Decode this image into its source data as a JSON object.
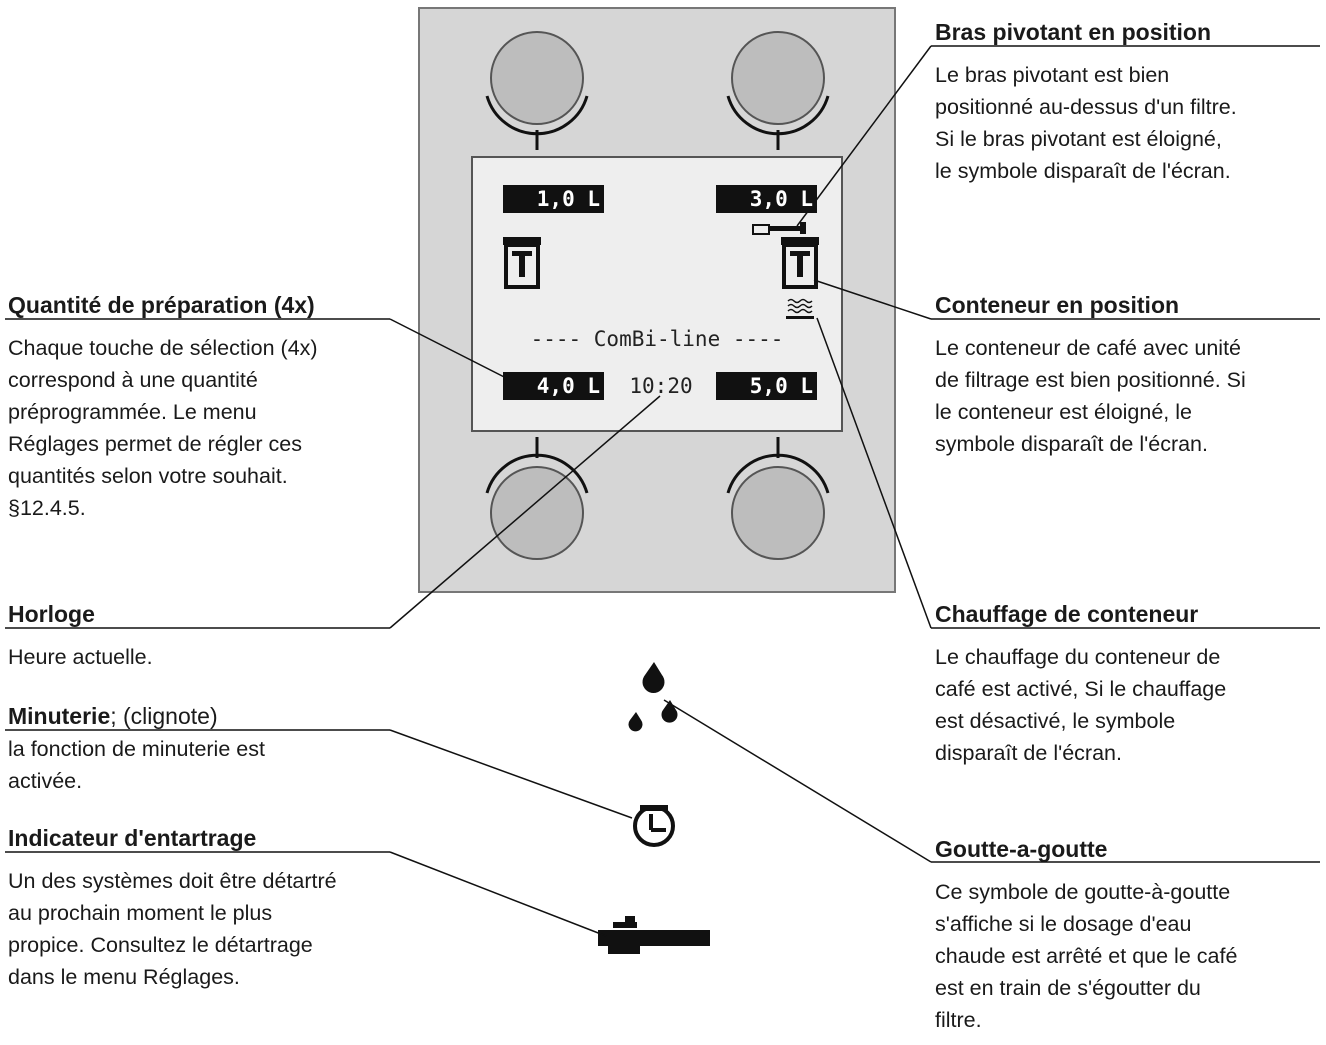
{
  "display": {
    "qty_top_left": "1,0 L",
    "qty_top_right": "3,0 L",
    "qty_bottom_left": "4,0 L",
    "qty_bottom_right": "5,0 L",
    "brand": "---- ComBi-line ----",
    "clock": "10:20"
  },
  "annotations": {
    "bras": {
      "title": "Bras pivotant en position",
      "lines": [
        "Le bras pivotant est bien",
        "positionné au-dessus d'un filtre.",
        "Si le bras pivotant est éloigné,",
        "le symbole disparaît de l'écran."
      ]
    },
    "quantite": {
      "title": "Quantité de préparation  (4x)",
      "lines": [
        "Chaque touche de sélection (4x)",
        "correspond à une quantité",
        "préprogrammée. Le menu",
        "Réglages permet de régler ces",
        "quantités selon votre souhait.",
        "§12.4.5."
      ]
    },
    "conteneur": {
      "title": "Conteneur en position",
      "lines": [
        "Le conteneur de café avec unité",
        "de filtrage est bien positionné. Si",
        "le conteneur est éloigné, le",
        "symbole disparaît de l'écran."
      ]
    },
    "horloge": {
      "title": "Horloge",
      "lines": [
        "Heure actuelle."
      ]
    },
    "chauffage": {
      "title": "Chauffage de conteneur",
      "lines": [
        "Le chauffage du conteneur de",
        "café est activé, Si le chauffage",
        "est désactivé, le symbole",
        "disparaît de l'écran."
      ]
    },
    "minuterie": {
      "title": "Minuterie",
      "title_suffix": "; (clignote)",
      "lines": [
        "la fonction de minuterie est",
        "activée."
      ]
    },
    "entartrage": {
      "title": "Indicateur d'entartrage",
      "lines": [
        "Un des systèmes doit être détartré",
        "au prochain moment le plus",
        "propice. Consultez le détartrage",
        "dans le menu Réglages."
      ]
    },
    "goutte": {
      "title": "Goutte-a-goutte",
      "lines": [
        "Ce symbole de goutte-à-goutte",
        "s'affiche si le dosage d'eau",
        "chaude est arrêté et que le café",
        "est en train de s'égoutter du",
        "filtre."
      ]
    }
  },
  "icons": [
    "selection-button-icon",
    "container-icon",
    "swivel-arm-icon",
    "heating-icon",
    "drip-icon",
    "timer-clock-icon",
    "descaling-icon"
  ]
}
